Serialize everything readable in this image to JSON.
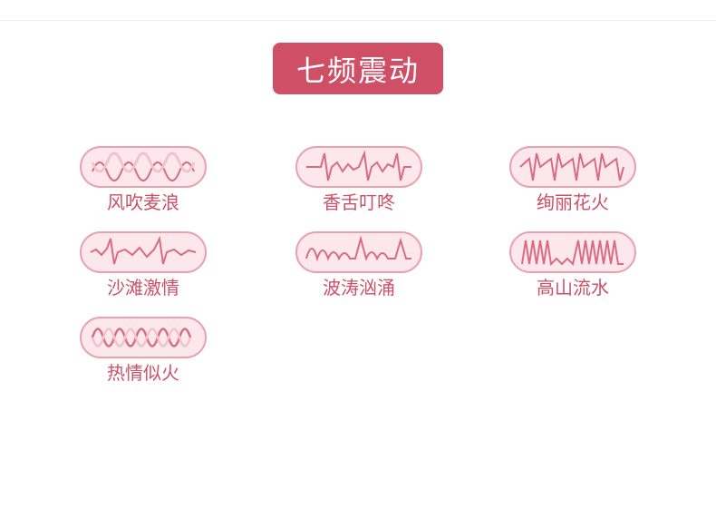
{
  "title": "七频震动",
  "colors": {
    "accent": "#cf4f67",
    "wave_light": "#f3c3cd",
    "wave_mid": "#e9a1b0",
    "capsule_fill": "#fbe7ec"
  },
  "modes": [
    {
      "label": "风吹麦浪",
      "icon": "wave-pattern-icon"
    },
    {
      "label": "香舌叮咚",
      "icon": "wave-pattern-icon"
    },
    {
      "label": "绚丽花火",
      "icon": "wave-pattern-icon"
    },
    {
      "label": "沙滩激情",
      "icon": "wave-pattern-icon"
    },
    {
      "label": "波涛汹涌",
      "icon": "wave-pattern-icon"
    },
    {
      "label": "高山流水",
      "icon": "wave-pattern-icon"
    },
    {
      "label": "热情似火",
      "icon": "wave-pattern-icon"
    }
  ]
}
